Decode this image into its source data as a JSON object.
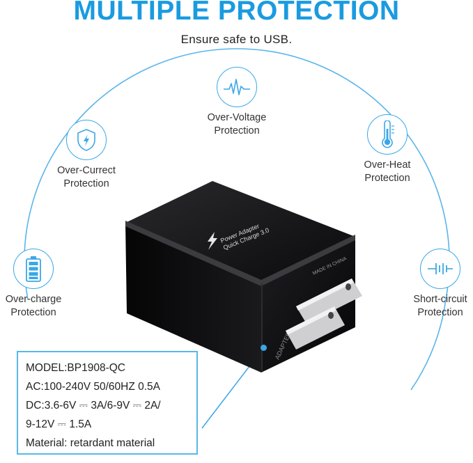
{
  "header": {
    "title": "MULTIPLE PROTECTION",
    "subtitle": "Ensure safe to USB."
  },
  "colors": {
    "accent": "#1a9be0",
    "icon_stroke": "#3aa7e6",
    "charger_body": "#0d0d0f"
  },
  "features": [
    {
      "icon": "wave-pulse-icon",
      "line1": "Over-Voltage",
      "line2": "Protection"
    },
    {
      "icon": "lightning-shield-icon",
      "line1": "Over-Currect",
      "line2": "Protection"
    },
    {
      "icon": "thermometer-icon",
      "line1": "Over-Heat",
      "line2": "Protection"
    },
    {
      "icon": "battery-icon",
      "line1": "Over-charge",
      "line2": "Protection"
    },
    {
      "icon": "short-circuit-icon",
      "line1": "Short-circuit",
      "line2": "Protection"
    }
  ],
  "charger": {
    "top_label_line1": "Power Adapter",
    "top_label_line2": "Quick Charge 3.0",
    "side_label": "MADE IN CHINA",
    "bottom_label": "ADAPTER"
  },
  "specs": {
    "model": "MODEL:BP1908-QC",
    "ac": "AC:100-240V 50/60HZ 0.5A",
    "dc": "DC:3.6-6V ⎓ 3A/6-9V ⎓ 2A/",
    "dc2": "9-12V ⎓ 1.5A",
    "material": "Material: retardant material"
  }
}
